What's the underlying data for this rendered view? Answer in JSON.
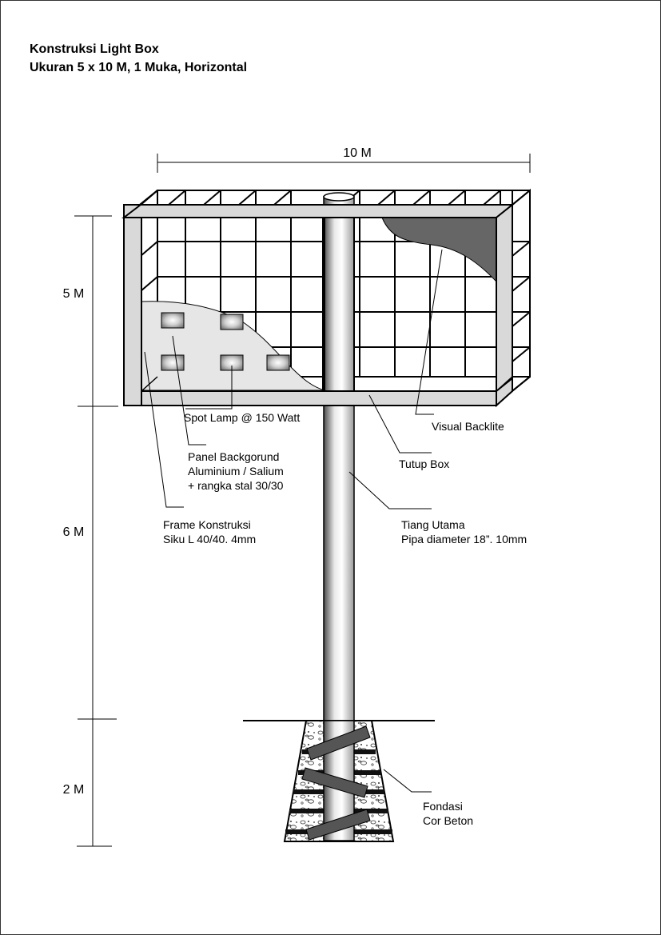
{
  "title": {
    "line1": "Konstruksi Light Box",
    "line2": "Ukuran 5 x 10 M, 1 Muka, Horizontal"
  },
  "dimensions": {
    "width": "10 M",
    "box_height": "5 M",
    "pole_height": "6 M",
    "foundation_depth": "2 M"
  },
  "callouts": {
    "spot_lamp": "Spot Lamp @ 150 Watt",
    "visual_backlite": "Visual Backlite",
    "panel_line1": "Panel Backgorund",
    "panel_line2": "Aluminium / Salium",
    "panel_line3": "+ rangka stal 30/30",
    "tutup_box": "Tutup Box",
    "frame_line1": "Frame Konstruksi",
    "frame_line2": "Siku L 40/40. 4mm",
    "tiang_line1": "Tiang Utama",
    "tiang_line2": "Pipa diameter 18”. 10mm",
    "fondasi_line1": "Fondasi",
    "fondasi_line2": "Cor Beton"
  },
  "colors": {
    "line": "#000000",
    "frame_fill": "#d9d9d9",
    "panel_fill": "#e6e6e6",
    "backlite_fill": "#666666",
    "bar_fill": "#555555"
  }
}
